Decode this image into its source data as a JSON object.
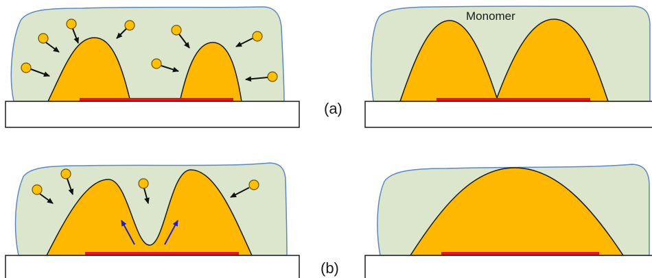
{
  "labels": {
    "monomer": "Monomer",
    "panel_a": "(a)",
    "panel_b": "(b)"
  },
  "colors": {
    "solution_fill": "#dbe6cd",
    "solution_stroke": "#5b86c2",
    "polymer_fill": "#ffb800",
    "polymer_stroke": "#1a1a1a",
    "electrode": "#e8141c",
    "substrate_fill": "#ffffff",
    "substrate_stroke": "#1a1a1a",
    "monomer_fill": "#ffc000",
    "monomer_stroke": "#6b5200",
    "arrow": "#111111",
    "growth_arrow": "#1f1fd0"
  },
  "icons": [
    "monomer-particle-icon",
    "diffusion-arrow-icon",
    "growth-arrow-icon"
  ]
}
